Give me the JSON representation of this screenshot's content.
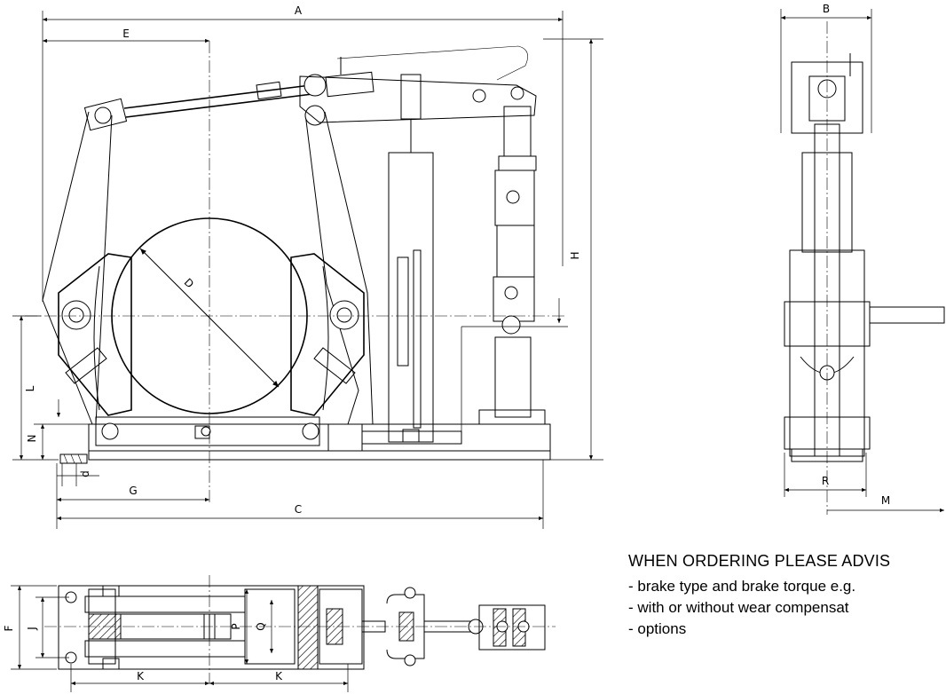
{
  "dimensions": {
    "A": "A",
    "B": "B",
    "C": "C",
    "D": "D",
    "E": "E",
    "F": "F",
    "G": "G",
    "H": "H",
    "J": "J",
    "K": "K",
    "L": "L",
    "M": "M",
    "N": "N",
    "P": "P",
    "Q": "Q",
    "R": "R",
    "d": "d"
  },
  "order_note": {
    "heading": "WHEN ORDERING PLEASE ADVIS",
    "items": [
      "- brake type and brake torque e.g.",
      "- with or without wear compensat",
      "- options"
    ]
  }
}
